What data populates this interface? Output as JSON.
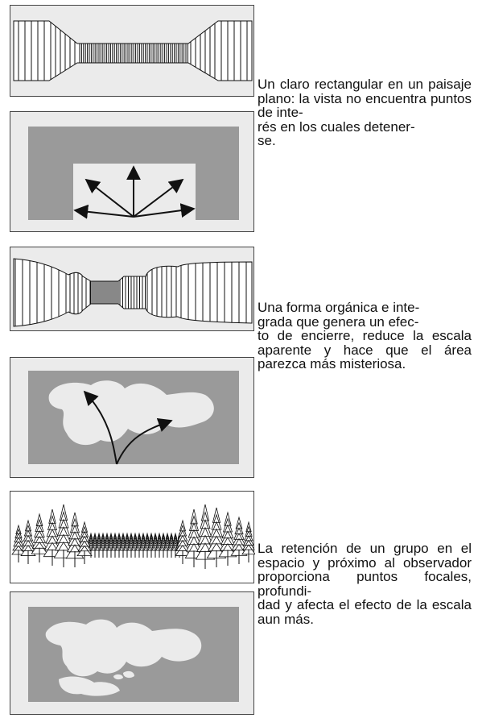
{
  "captions": [
    "Un claro rectangular en un paisaje plano: la vista no encuentra puntos de inte-\nrés en los cuales detener-\nse.",
    "Una forma orgánica e inte-\ngrada que genera un efec-\nto de encierre, reduce la escala aparente y hace que el área parezca más misteriosa.",
    "La retención de un grupo en el espacio y próximo al observador proporciona puntos focales, profundi-\ndad y afecta el efecto de la escala aun más."
  ],
  "colors": {
    "panel_background": "#ebebeb",
    "tree_mass": "#9a9a9a",
    "clearing": "#ebebeb",
    "line": "#111111"
  },
  "icons": [
    "arrow-icon",
    "curved-arrow-icon",
    "tree-icon"
  ]
}
